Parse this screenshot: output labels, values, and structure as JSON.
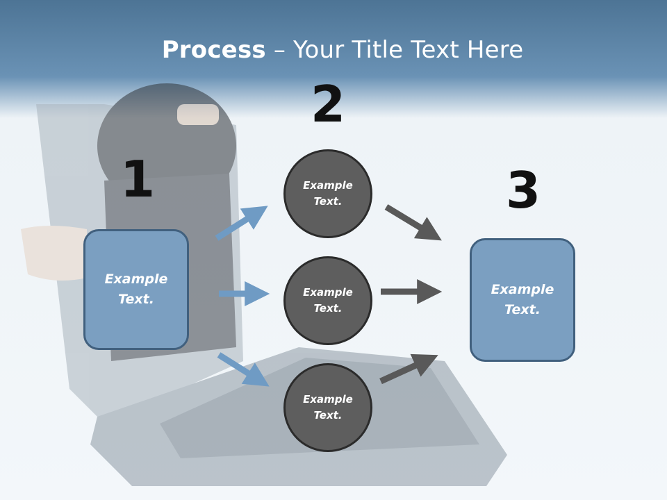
{
  "title": {
    "bold": "Process",
    "rest": " – Your Title Text Here"
  },
  "steps": {
    "one": "1",
    "two": "2",
    "three": "3"
  },
  "left_box": {
    "text": "Example Text."
  },
  "circles": [
    {
      "text": "Example Text."
    },
    {
      "text": "Example Text."
    },
    {
      "text": "Example Text."
    }
  ],
  "right_box": {
    "text": "Example Text."
  },
  "colors": {
    "box_fill": "#7b9fc1",
    "circle_fill": "#5e5e5e",
    "blue_arrow": "#6f9bc4",
    "gray_arrow": "#595959"
  }
}
